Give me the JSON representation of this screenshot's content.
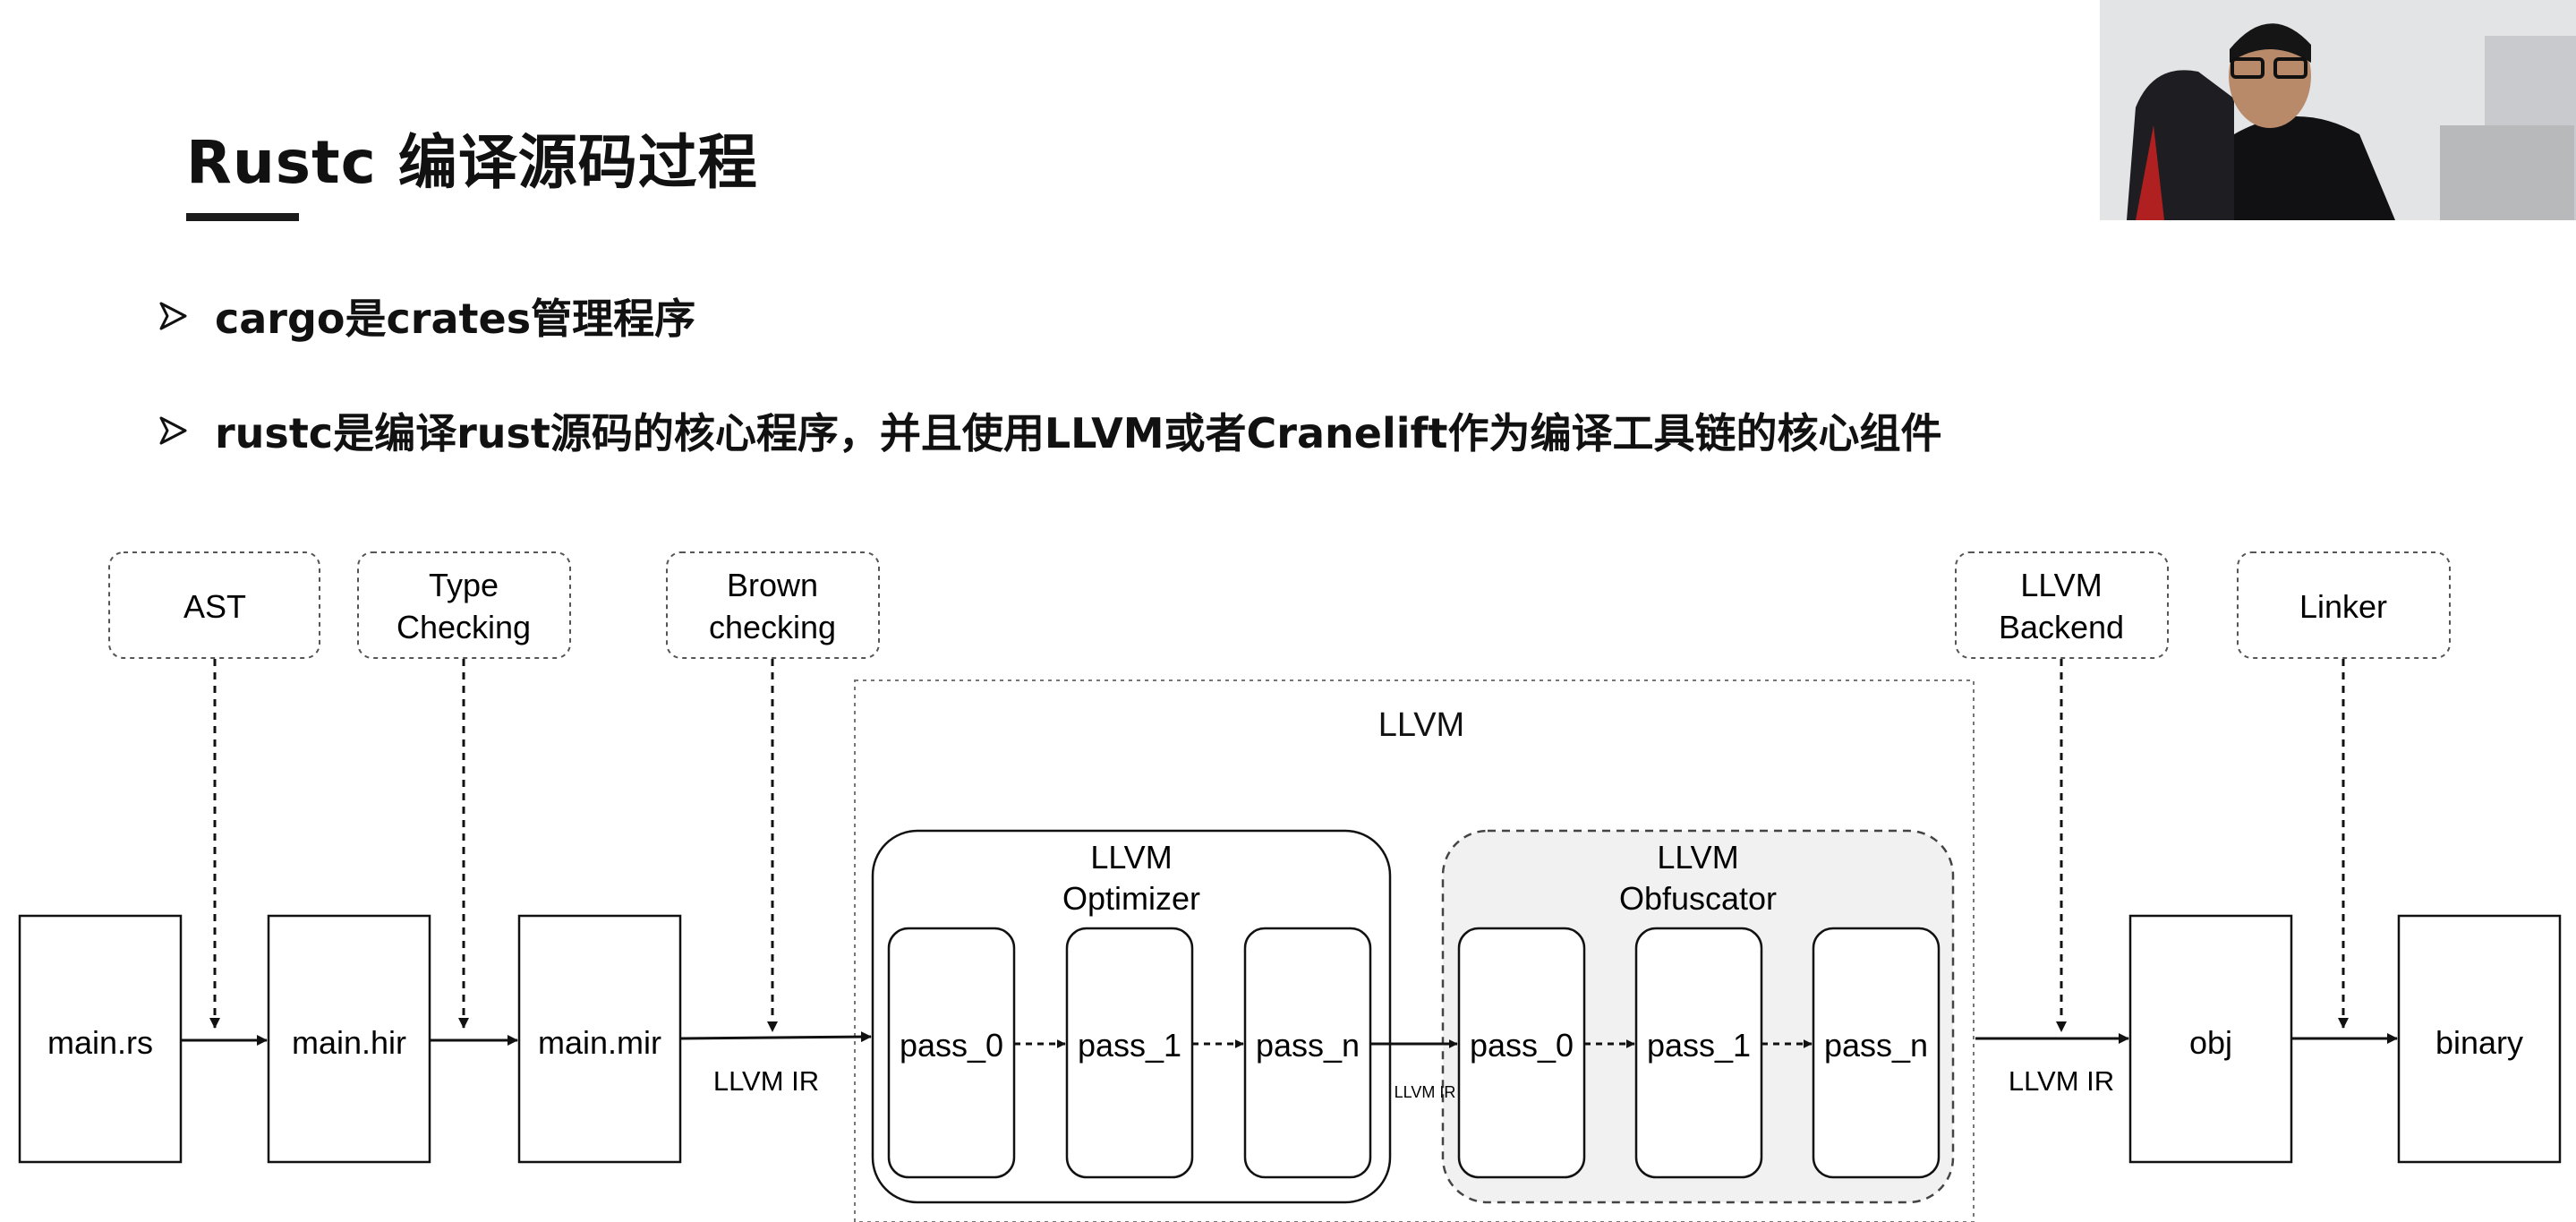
{
  "slide": {
    "title": "Rustc 编译源码过程",
    "bullets": [
      "cargo是crates管理程序",
      "rustc是编译rust源码的核心程序，并且使用LLVM或者Cranelift作为编译工具链的核心组件"
    ]
  },
  "webcam": {
    "description_icon": "presenter-video-icon"
  },
  "diagram": {
    "stages": [
      "main.rs",
      "main.hir",
      "main.mir",
      "obj",
      "binary"
    ],
    "annotations": {
      "ast": "AST",
      "type_checking_1": "Type",
      "type_checking_2": "Checking",
      "brown_1": "Brown",
      "brown_2": "checking",
      "backend_1": "LLVM",
      "backend_2": "Backend",
      "linker": "Linker"
    },
    "llvm_label": "LLVM",
    "optimizer": {
      "title_1": "LLVM",
      "title_2": "Optimizer",
      "passes": [
        "pass_0",
        "pass_1",
        "pass_n"
      ]
    },
    "obfuscator": {
      "title_1": "LLVM",
      "title_2": "Obfuscator",
      "passes": [
        "pass_0",
        "pass_1",
        "pass_n"
      ]
    },
    "edge_labels": {
      "ir_in": "LLVM IR",
      "ir_mid": "LLVM IR",
      "ir_out": "LLVM IR"
    },
    "colors": {
      "obfuscator_fill": "#f1f1f1",
      "stroke": "#111111",
      "dashed": "#555555"
    }
  }
}
